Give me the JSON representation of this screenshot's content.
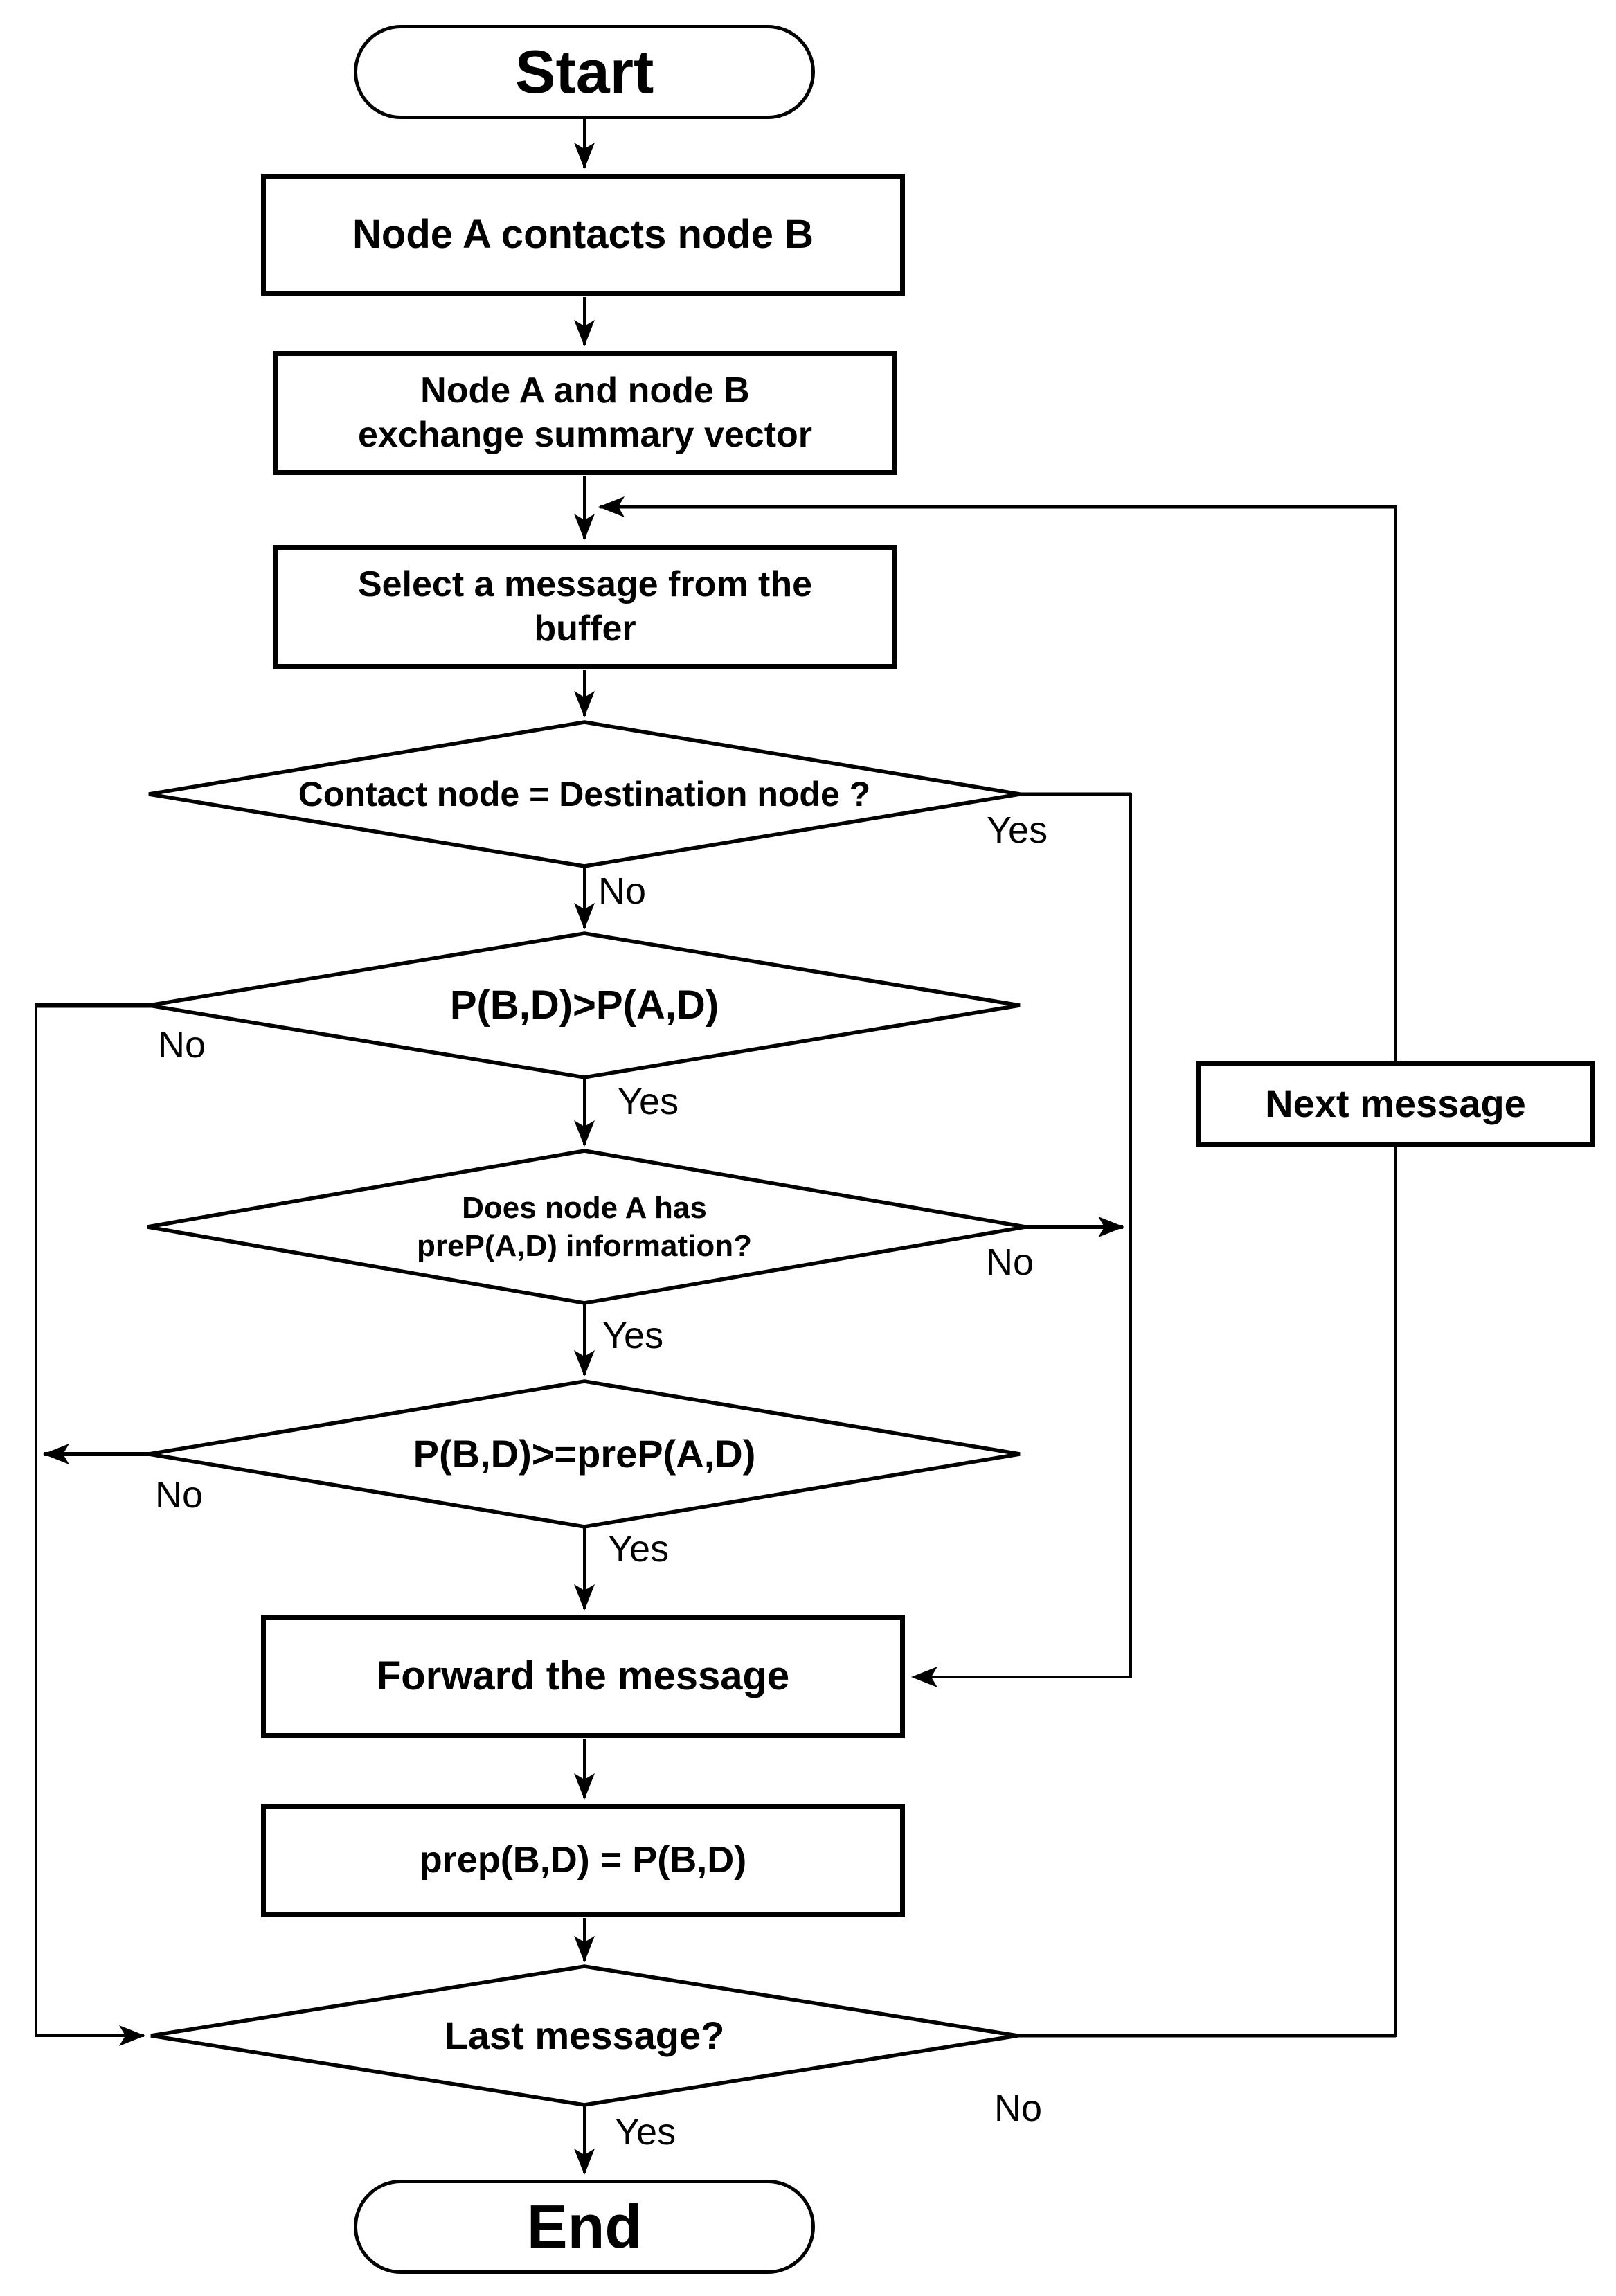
{
  "flowchart": {
    "nodes": {
      "start": {
        "label": "Start"
      },
      "contact": {
        "label": "Node A contacts node B"
      },
      "exchange": {
        "line1": "Node A and node B",
        "line2": "exchange summary vector"
      },
      "select": {
        "line1": "Select a message from the",
        "line2": "buffer"
      },
      "decision_contact": {
        "label": "Contact node = Destination node ?"
      },
      "decision_p": {
        "label": "P(B,D)>P(A,D)"
      },
      "decision_prep_info": {
        "line1": "Does node A has",
        "line2": "preP(A,D) information?"
      },
      "decision_prep_cmp": {
        "label": "P(B,D)>=preP(A,D)"
      },
      "forward": {
        "label": "Forward the message"
      },
      "assign": {
        "label": "prep(B,D) = P(B,D)"
      },
      "decision_last": {
        "label": "Last message?"
      },
      "end": {
        "label": "End"
      },
      "next_message": {
        "label": "Next message"
      }
    },
    "edge_labels": {
      "contact_yes": "Yes",
      "contact_no": "No",
      "p_no": "No",
      "p_yes": "Yes",
      "prep_info_no": "No",
      "prep_info_yes": "Yes",
      "prep_cmp_no": "No",
      "prep_cmp_yes": "Yes",
      "last_no": "No",
      "last_yes": "Yes"
    },
    "colors": {
      "stroke": "#000000",
      "background": "#ffffff"
    }
  }
}
